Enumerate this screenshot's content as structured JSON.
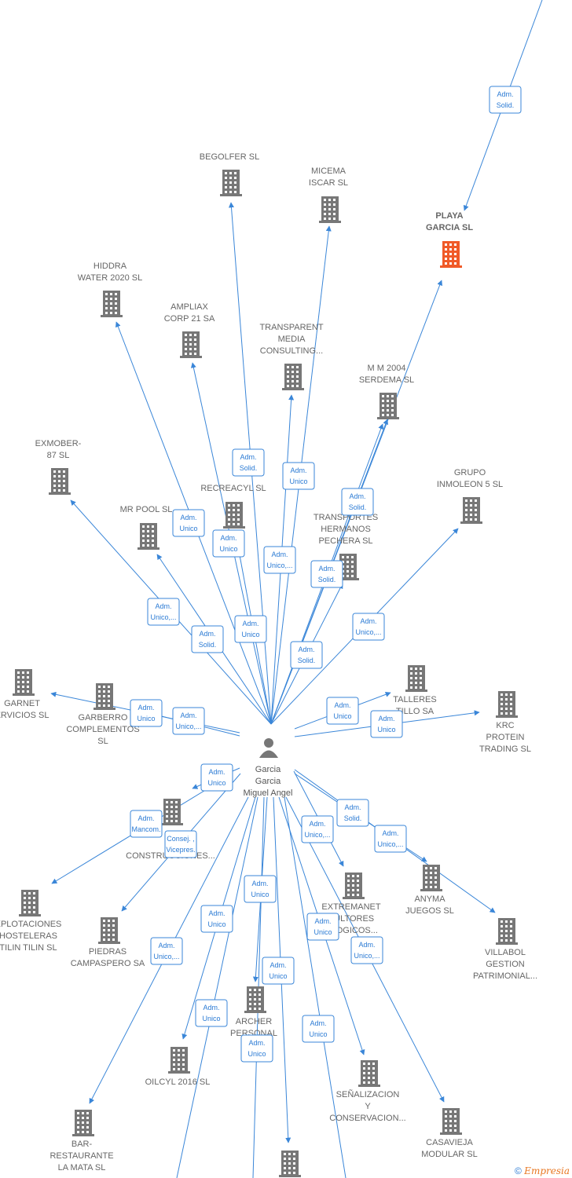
{
  "colors": {
    "edge": "#3a86d8",
    "building": "#777777",
    "highlight": "#f05a28"
  },
  "person": {
    "lines": [
      "Garcia",
      "Garcia",
      "Miguel Angel"
    ]
  },
  "nodes": [
    {
      "lines": [
        "BEGOLFER SL"
      ]
    },
    {
      "lines": [
        "MICEMA",
        "ISCAR SL"
      ]
    },
    {
      "lines": [
        "PLAYA",
        "GARCIA SL"
      ],
      "highlight": true
    },
    {
      "lines": [
        "HIDDRA",
        "WATER 2020 SL"
      ]
    },
    {
      "lines": [
        "AMPLIAX",
        "CORP 21 SA"
      ]
    },
    {
      "lines": [
        "TRANSPARENT",
        "MEDIA",
        "CONSULTING..."
      ]
    },
    {
      "lines": [
        "M M 2004",
        "SERDEMA SL"
      ]
    },
    {
      "lines": [
        "EXMOBER-",
        "87 SL"
      ]
    },
    {
      "lines": [
        "RECREACYL SL"
      ]
    },
    {
      "lines": [
        "MR POOL SL"
      ]
    },
    {
      "lines": [
        "GRUPO",
        "INMOLEON 5 SL"
      ]
    },
    {
      "lines": [
        "TRANSPORTES",
        "HERMANOS",
        "PECHERA SL"
      ]
    },
    {
      "lines": [
        "GARNET",
        "ERVICIOS SL"
      ]
    },
    {
      "lines": [
        "GARBERRO",
        "COMPLEMENTOS",
        "SL"
      ]
    },
    {
      "lines": [
        "TALLERES",
        "TILLO SA"
      ]
    },
    {
      "lines": [
        "KRC",
        "PROTEIN",
        "TRADING SL"
      ]
    },
    {
      "lines": [
        "CONSTRUCCIONES..."
      ]
    },
    {
      "lines": [
        "XPLOTACIONES",
        "HOSTELERAS",
        "TILIN TILIN SL"
      ]
    },
    {
      "lines": [
        "PIEDRAS",
        "CAMPASPERO SA"
      ]
    },
    {
      "lines": [
        "EXTREMANET",
        "SULTORES",
        "OLOGICOS..."
      ]
    },
    {
      "lines": [
        "ANYMA",
        "JUEGOS SL"
      ]
    },
    {
      "lines": [
        "VILLABOL",
        "GESTION",
        "PATRIMONIAL..."
      ]
    },
    {
      "lines": [
        "ARCHER",
        "PERSONAL",
        "SE SL"
      ]
    },
    {
      "lines": [
        "OILCYL 2016 SL"
      ]
    },
    {
      "lines": [
        "SEÑALIZACION",
        "Y",
        "CONSERVACION..."
      ]
    },
    {
      "lines": [
        "BAR-",
        "RESTAURANTE",
        "LA MATA SL"
      ]
    },
    {
      "lines": [
        "CASAVIEJA",
        "MODULAR SL"
      ]
    },
    {
      "lines": []
    }
  ],
  "edge_labels": [
    [
      "Adm.",
      "Solid."
    ],
    [
      "Adm.",
      "Solid."
    ],
    [
      "Adm.",
      "Unico"
    ],
    [
      "Adm.",
      "Solid."
    ],
    [
      "Adm.",
      "Unico"
    ],
    [
      "Adm.",
      "Unico"
    ],
    [
      "Adm.",
      "Unico,..."
    ],
    [
      "Adm.",
      "Solid."
    ],
    [
      "Adm.",
      "Unico,..."
    ],
    [
      "Adm.",
      "Solid."
    ],
    [
      "Adm.",
      "Unico"
    ],
    [
      "Adm.",
      "Solid."
    ],
    [
      "Adm.",
      "Unico,..."
    ],
    [
      "Adm.",
      "Unico"
    ],
    [
      "Adm.",
      "Unico,..."
    ],
    [
      "Adm.",
      "Unico"
    ],
    [
      "Adm.",
      "Unico"
    ],
    [
      "Adm.",
      "Unico"
    ],
    [
      "Adm.",
      "Mancom."
    ],
    [
      "Consej. ,",
      "Vicepres."
    ],
    [
      "Adm.",
      "Solid."
    ],
    [
      "Adm.",
      "Unico,..."
    ],
    [
      "Adm.",
      "Unico,..."
    ],
    [
      "Adm.",
      "Unico"
    ],
    [
      "Adm.",
      "Unico"
    ],
    [
      "Adm.",
      "Unico,..."
    ],
    [
      "Adm.",
      "Unico"
    ],
    [
      "Adm.",
      "Unico"
    ],
    [
      "Adm.",
      "Unico,..."
    ],
    [
      "Adm.",
      "Unico"
    ],
    [
      "Adm.",
      "Unico"
    ],
    [
      "Adm.",
      "Unico"
    ]
  ],
  "footer": {
    "copyright": "©",
    "brand_initial": "E",
    "brand_rest": "mpresia"
  }
}
